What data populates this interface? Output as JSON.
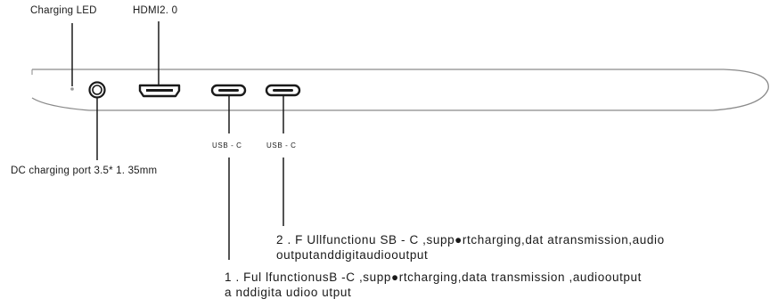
{
  "labels": {
    "charging_led": "Charging LED",
    "hdmi": "HDMI2. 0",
    "dc_port": "DC charging port 3.5* 1. 35mm",
    "usb_c_1": "USB - C",
    "usb_c_2": "USB - C"
  },
  "descriptions": {
    "port2_line1": "2 . F Ullfunctionu SB - C  ,supp●rtcharging,dat atransmission,audio",
    "port2_line2": "outputanddigitaudiooutput",
    "port1_line1": "1 . Ful lfunctionusB -C  ,supp●rtcharging,data transmission  ,audiooutput",
    "port1_line2": "a nddigita udioo utput"
  },
  "colors": {
    "line": "#1a1a1a",
    "device_outline": "#8a8a8a"
  }
}
